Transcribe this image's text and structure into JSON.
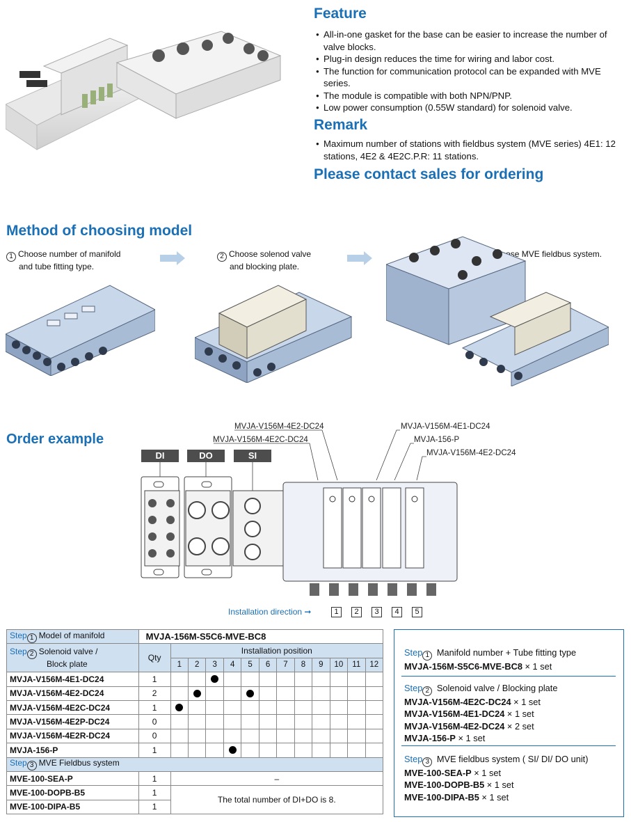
{
  "feature": {
    "heading": "Feature",
    "items": [
      "All-in-one gasket for the base can be easier to increase the number of valve blocks.",
      "Plug-in design reduces the time for wiring and labor cost.",
      "The function for communication protocol can be expanded with MVE series.",
      "The module is compatible with both NPN/PNP.",
      "Low power consumption (0.55W standard) for solenoid valve."
    ]
  },
  "remark": {
    "heading": "Remark",
    "items": [
      "Maximum number of stations with fieldbus system (MVE series) 4E1: 12 stations, 4E2 & 4E2C.P.R: 11 stations."
    ]
  },
  "contact": "Please contact sales for ordering",
  "method": {
    "heading": "Method of choosing model",
    "steps": [
      {
        "num": "1",
        "line1": "Choose number of manifold",
        "line2": "and tube fitting type."
      },
      {
        "num": "2",
        "line1": "Choose solenod valve",
        "line2": "and blocking plate."
      },
      {
        "num": "3",
        "line1": "Choose MVE fieldbus system.",
        "line2": ""
      }
    ]
  },
  "order_example": {
    "heading": "Order example",
    "callouts": [
      "MVJA-V156M-4E2-DC24",
      "MVJA-V156M-4E2C-DC24",
      "MVJA-V156M-4E1-DC24",
      "MVJA-156-P",
      "MVJA-V156M-4E2-DC24"
    ],
    "module_tags": [
      "DI",
      "DO",
      "SI"
    ],
    "installation_direction": "Installation direction",
    "positions": [
      "1",
      "2",
      "3",
      "4",
      "5"
    ]
  },
  "table": {
    "step_word": "Step",
    "step1_label": "Model of manifold",
    "step1_value": "MVJA-156M-S5C6-MVE-BC8",
    "step2_label_a": "Solenoid valve /",
    "step2_label_b": "Block plate",
    "qty_header": "Qty",
    "install_header": "Installation position",
    "position_numbers": [
      "1",
      "2",
      "3",
      "4",
      "5",
      "6",
      "7",
      "8",
      "9",
      "10",
      "11",
      "12"
    ],
    "valve_rows": [
      {
        "model": "MVJA-V156M-4E1-DC24",
        "qty": "1",
        "marks": [
          3
        ]
      },
      {
        "model": "MVJA-V156M-4E2-DC24",
        "qty": "2",
        "marks": [
          2,
          5
        ]
      },
      {
        "model": "MVJA-V156M-4E2C-DC24",
        "qty": "1",
        "marks": [
          1
        ]
      },
      {
        "model": "MVJA-V156M-4E2P-DC24",
        "qty": "0",
        "marks": []
      },
      {
        "model": "MVJA-V156M-4E2R-DC24",
        "qty": "0",
        "marks": []
      },
      {
        "model": "MVJA-156-P",
        "qty": "1",
        "marks": [
          4
        ]
      }
    ],
    "step3_label": "MVE Fieldbus system",
    "fieldbus_rows": [
      {
        "model": "MVE-100-SEA-P",
        "qty": "1"
      },
      {
        "model": "MVE-100-DOPB-B5",
        "qty": "1"
      },
      {
        "model": "MVE-100-DIPA-B5",
        "qty": "1"
      }
    ],
    "dash": "–",
    "total_note": "The total number of DI+DO is 8."
  },
  "summary": {
    "sec1_title": "Manifold number + Tube fitting type",
    "sec1_lines": [
      {
        "code": "MVJA-156M-S5C6-MVE-BC8",
        "qty": " × 1 set"
      }
    ],
    "sec2_title": "Solenoid valve / Blocking plate",
    "sec2_lines": [
      {
        "code": "MVJA-V156M-4E2C-DC24",
        "qty": " × 1 set"
      },
      {
        "code": "MVJA-V156M-4E1-DC24",
        "qty": " × 1 set"
      },
      {
        "code": "MVJA-V156M-4E2-DC24",
        "qty": " × 2 set"
      },
      {
        "code": "MVJA-156-P",
        "qty": " × 1 set"
      }
    ],
    "sec3_title": "MVE fieldbus system ( SI/ DI/ DO unit)",
    "sec3_lines": [
      {
        "code": "MVE-100-SEA-P",
        "qty": " × 1 set"
      },
      {
        "code": "MVE-100-DOPB-B5",
        "qty": " × 1 set"
      },
      {
        "code": "MVE-100-DIPA-B5",
        "qty": " × 1 set"
      }
    ]
  },
  "colors": {
    "accent": "#1a6fb5",
    "table_header": "#cfe0f1",
    "arrow": "#b8cfe8"
  }
}
